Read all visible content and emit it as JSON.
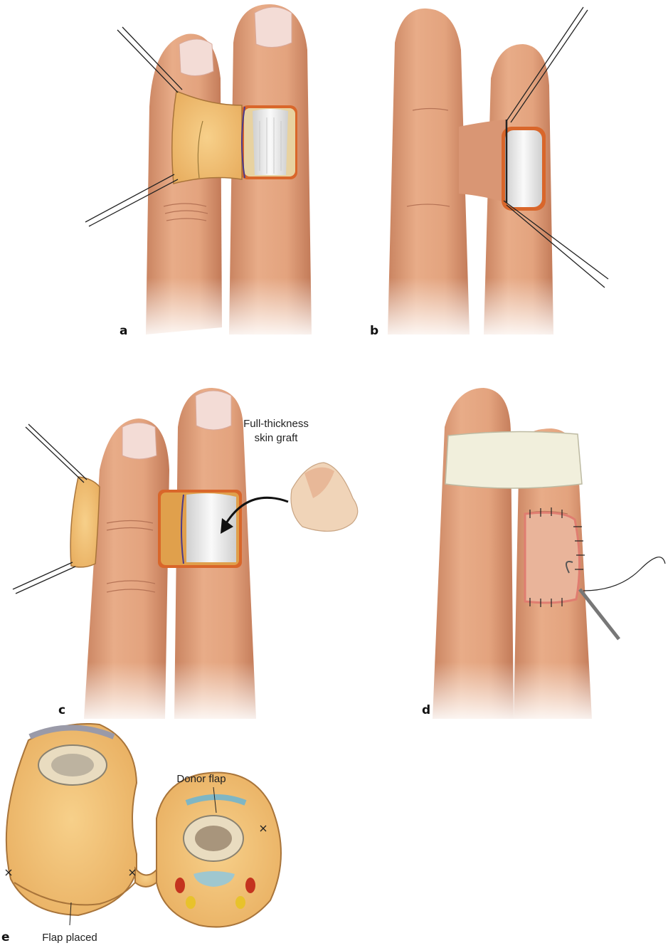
{
  "panels": {
    "a": {
      "letter": "a"
    },
    "b": {
      "letter": "b"
    },
    "c": {
      "letter": "c",
      "graft_label_line1": "Full-thickness",
      "graft_label_line2": "skin graft"
    },
    "d": {
      "letter": "d"
    },
    "e": {
      "letter": "e",
      "donor_label": "Donor flap",
      "placed_label": "Flap placed"
    }
  },
  "colors": {
    "skin": "#e3a37e",
    "skin_dark": "#c98360",
    "nail": "#f3dcd6",
    "flap_fat": "#f2c478",
    "wound_edge": "#d9662a",
    "tendon": "#eeeeee",
    "bone": "#e9dcc0",
    "artery": "#c4331f",
    "nerve": "#e8c22b"
  }
}
